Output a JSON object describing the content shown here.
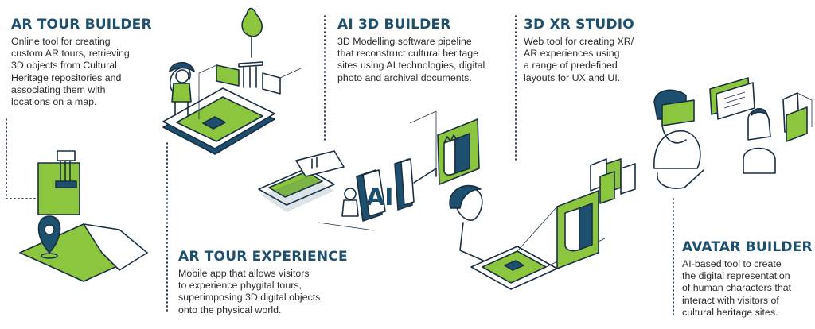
{
  "colors": {
    "accent_green": "#8cc63f",
    "navy": "#1d4f6e",
    "ink": "#1a2f44",
    "text": "#2b2b2b",
    "light_grey": "#e8eaec",
    "white": "#ffffff"
  },
  "blocks": [
    {
      "id": "ar-tour-builder",
      "title": "AR TOUR BUILDER",
      "description": "Online tool for creating\ncustom AR tours, retrieving\n3D objects from Cultural\nHeritage repositories and\nassociating them with\nlocations on a map."
    },
    {
      "id": "ai-3d-builder",
      "title": "AI 3D BUILDER",
      "description": "3D Modelling software pipeline\nthat reconstruct cultural heritage\nsites using AI technologies, digital\nphoto and archival documents."
    },
    {
      "id": "3d-xr-studio",
      "title": "3D XR STUDIO",
      "description": "Web tool for creating XR/\nAR experiences using\na range of predefined\nlayouts for UX and UI."
    },
    {
      "id": "ar-tour-experience",
      "title": "AR TOUR EXPERIENCE",
      "description": "Mobile app that allows visitors\nto experience phygital tours,\nsuperimposing 3D digital objects\nonto the physical world."
    },
    {
      "id": "avatar-builder",
      "title": "AVATAR BUILDER",
      "description": "AI-based tool to create\nthe digital representation\nof human characters that\ninteract with visitors of\ncultural heritage sites."
    }
  ],
  "illustration_letters": "AI"
}
